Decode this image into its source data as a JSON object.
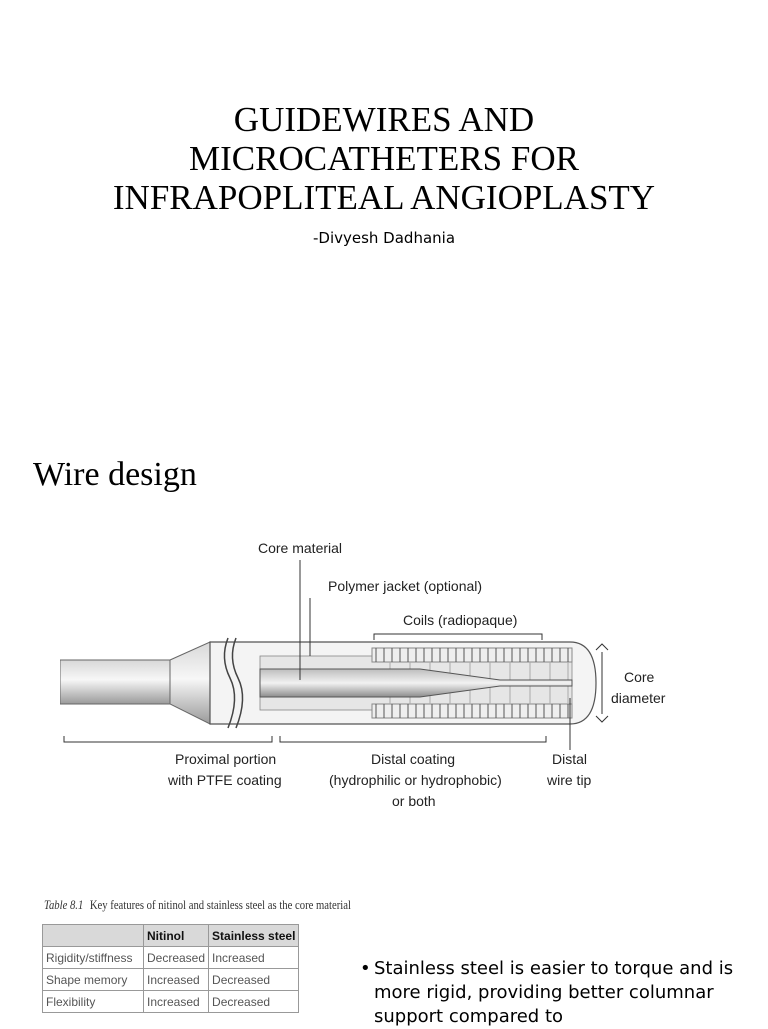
{
  "title_slide": {
    "title_lines": [
      "GUIDEWIRES AND",
      "MICROCATHETERS FOR",
      "INFRAPOPLITEAL ANGIOPLASTY"
    ],
    "author": "-Divyesh Dadhania"
  },
  "wire_slide": {
    "heading": "Wire design",
    "diagram_labels": {
      "core_material": "Core material",
      "polymer_jacket": "Polymer jacket (optional)",
      "coils": "Coils (radiopaque)",
      "core_diameter_1": "Core",
      "core_diameter_2": "diameter",
      "proximal_1": "Proximal portion",
      "proximal_2": "with PTFE coating",
      "distal_coating_1": "Distal coating",
      "distal_coating_2": "(hydrophilic or hydrophobic)",
      "distal_coating_3": "or both",
      "distal_tip_1": "Distal",
      "distal_tip_2": "wire tip"
    },
    "table": {
      "caption_number": "Table 8.1",
      "caption_text": "Key features of nitinol and stainless steel as the core material",
      "headers": [
        "",
        "Nitinol",
        "Stainless steel"
      ],
      "rows": [
        [
          "Rigidity/stiffness",
          "Decreased",
          "Increased"
        ],
        [
          "Shape memory",
          "Increased",
          "Decreased"
        ],
        [
          "Flexibility",
          "Increased",
          "Decreased"
        ]
      ]
    },
    "bullet": "Stainless steel is easier to torque and is more rigid, providing better columnar support compared to"
  }
}
